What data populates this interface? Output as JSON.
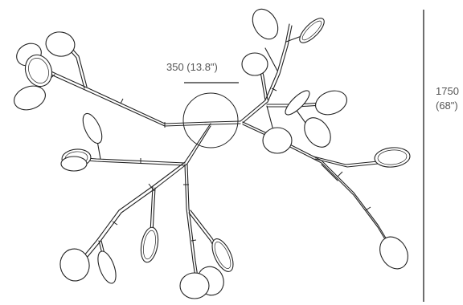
{
  "dimensions": {
    "width_label": "350 (13.8\")",
    "height_value": "1750",
    "height_inches": "(68\")"
  }
}
